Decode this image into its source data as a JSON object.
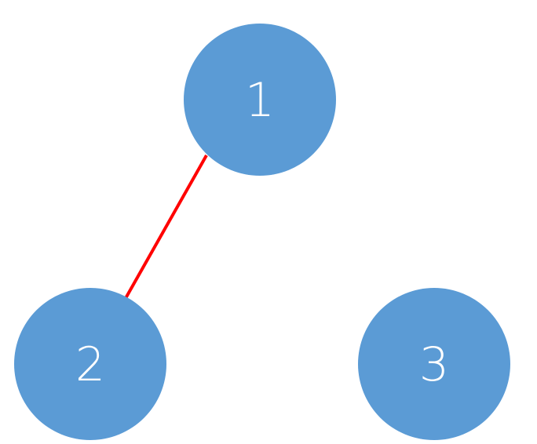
{
  "nodes": [
    {
      "id": "n1",
      "label": "1"
    },
    {
      "id": "n2",
      "label": "2"
    },
    {
      "id": "n3",
      "label": "3"
    }
  ],
  "edges": [
    {
      "from": "1",
      "to": "2",
      "color": "#ff0000"
    }
  ],
  "colors": {
    "node_fill": "#5b9bd5",
    "label": "#ffffff",
    "background": "#ffffff"
  }
}
